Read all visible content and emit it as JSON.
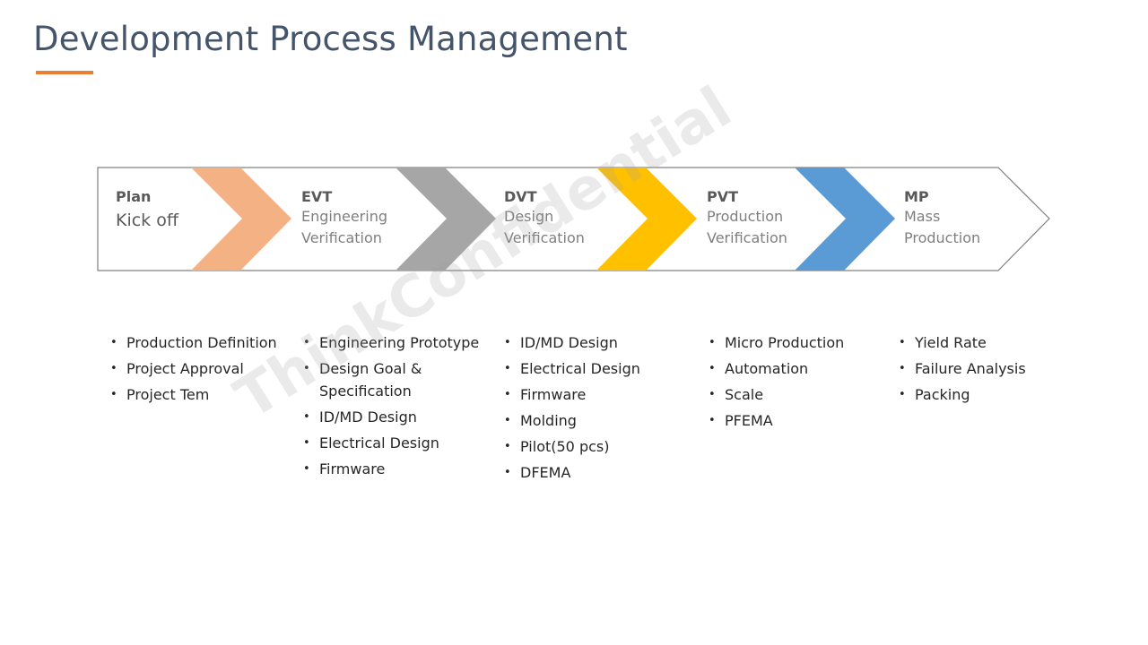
{
  "title": "Development Process Management",
  "colors": {
    "title": "#44546a",
    "accent_underline": "#ed7d31",
    "chevron_plan_evt": "#f4b183",
    "chevron_evt_dvt": "#a6a6a6",
    "chevron_dvt_pvt": "#ffc000",
    "chevron_pvt_mp": "#5b9bd5"
  },
  "stages": [
    {
      "name": "Plan",
      "desc": "Kick off"
    },
    {
      "name": "EVT",
      "desc": "Engineering\nVerification"
    },
    {
      "name": "DVT",
      "desc": "Design\nVerification"
    },
    {
      "name": "PVT",
      "desc": "Production\nVerification"
    },
    {
      "name": "MP",
      "desc": "Mass\nProduction"
    }
  ],
  "lists": [
    [
      "Production Definition",
      "Project Approval",
      "Project Tem"
    ],
    [
      "Engineering Prototype",
      "Design Goal & Specification",
      "ID/MD Design",
      "Electrical Design",
      "Firmware"
    ],
    [
      "ID/MD Design",
      "Electrical Design",
      "Firmware",
      "Molding",
      "Pilot(50 pcs)",
      "DFEMA"
    ],
    [
      "Micro Production",
      "Automation",
      "Scale",
      "PFEMA"
    ],
    [
      "Yield Rate",
      "Failure Analysis",
      "Packing"
    ]
  ]
}
